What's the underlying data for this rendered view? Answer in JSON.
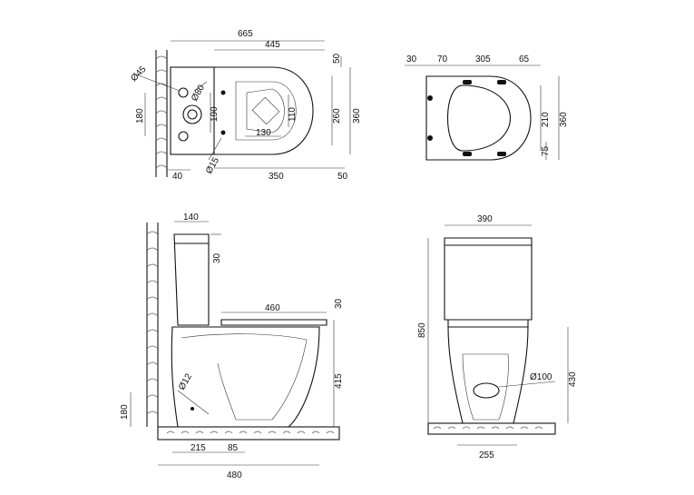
{
  "views": {
    "top": {
      "dims": {
        "overall_length": "665",
        "bowl_length": "445",
        "offset_top": "50",
        "hole_dia_small": "Ø45",
        "hole_dia_large": "Ø80",
        "bolt_dia": "Ø15",
        "inlet_spacing": "180",
        "wall_gap": "40",
        "bolt_spacing": "190",
        "bowl_width_inner": "130",
        "inner_opening": "110",
        "width_260": "260",
        "width_360": "360",
        "length_350": "350",
        "offset_bottom": "50"
      }
    },
    "seat": {
      "dims": {
        "d30": "30",
        "d70": "70",
        "d305": "305",
        "d65": "65",
        "d210": "210",
        "d360": "360",
        "d75": "75"
      }
    },
    "side": {
      "dims": {
        "tank_depth": "140",
        "tank_top": "30",
        "seat_length": "460",
        "seat_thickness": "30",
        "height_415": "415",
        "outlet_height": "180",
        "outlet_dia": "Ø12",
        "d215": "215",
        "d85": "85",
        "d480": "480"
      }
    },
    "front": {
      "dims": {
        "width_390": "390",
        "height_850": "850",
        "outlet_dia": "Ø100",
        "height_430": "430",
        "base_255": "255"
      }
    }
  }
}
